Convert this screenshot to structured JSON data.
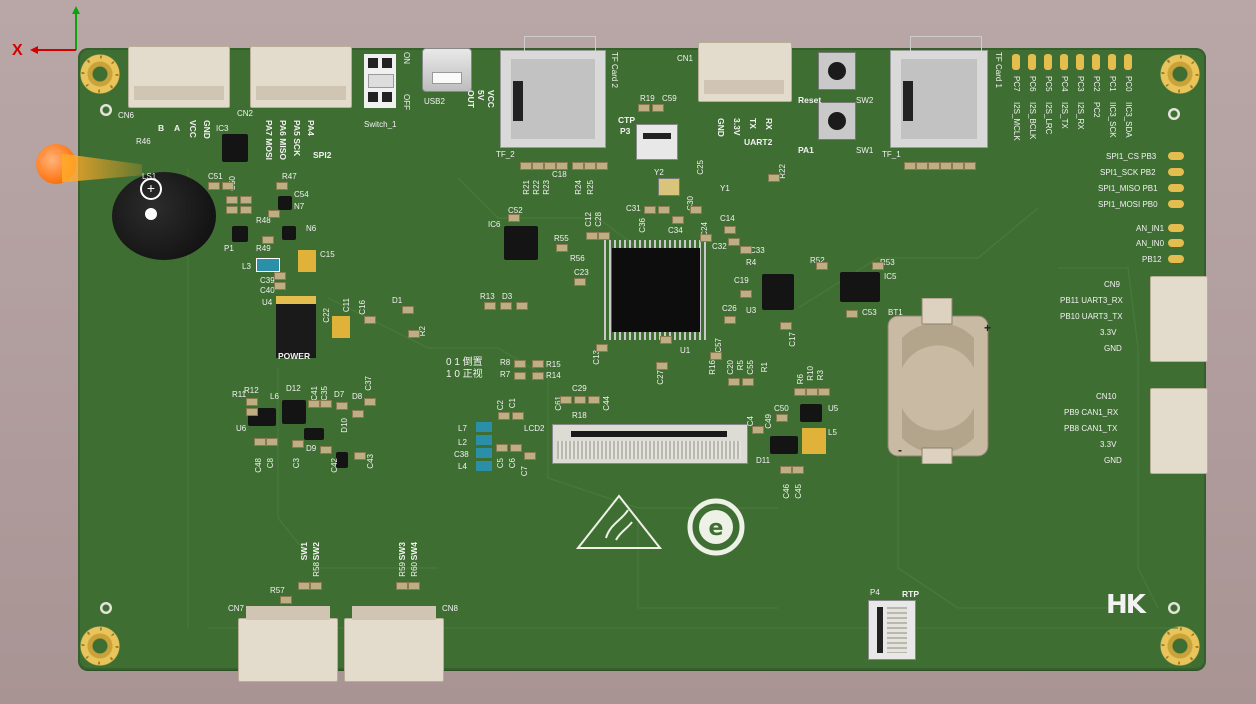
{
  "axes": {
    "x_label": "X"
  },
  "board": {
    "top_left": {
      "cn6": "CN6",
      "cn2": "CN2",
      "ic3": "IC3",
      "r46": "R46",
      "b_lbl": "B",
      "a_lbl": "A",
      "pins_cn6": [
        "VCC",
        "GND"
      ],
      "spi2": "SPI2",
      "spi2_pins": [
        "PA7 MOSI",
        "PA6 MISO",
        "PA5 SCK",
        "PA4"
      ],
      "switch1": "Switch_1",
      "usb2": "USB2",
      "usb_pins": [
        "VCC",
        "5V",
        "OUT",
        "ON"
      ],
      "off_lbl": "OFF",
      "on_lbl": "ON"
    },
    "tf": {
      "tf_card2": "TF Card 2",
      "tf2": "TF_2",
      "tf_card1": "TF Card 1",
      "tf1": "TF_1",
      "r19": "R19",
      "c59": "C59",
      "ctp": "CTP",
      "p3": "P3"
    },
    "cn1_group": {
      "cn1": "CN1",
      "pins": [
        "GND",
        "3.3V",
        "TX",
        "RX"
      ],
      "uart2": "UART2",
      "reset": "Reset",
      "sw2": "SW2",
      "pa1": "PA1",
      "sw1": "SW1"
    },
    "top_right_pins": [
      {
        "top": "PC7",
        "bottom": "I2S_MCLK"
      },
      {
        "top": "PC6",
        "bottom": "I2S_BCLK"
      },
      {
        "top": "PC5",
        "bottom": "I2S_LRC"
      },
      {
        "top": "PC4",
        "bottom": "I2S_TX"
      },
      {
        "top": "PC3",
        "bottom": "I2S_RX"
      },
      {
        "top": "PC2",
        "bottom": "PC2"
      },
      {
        "top": "PC1",
        "bottom": "IIC3_SCK"
      },
      {
        "top": "PC0",
        "bottom": "IIC3_SDA"
      }
    ],
    "spi1_pins": [
      "SPI1_CS PB3",
      "SPI1_SCK PB2",
      "SPI1_MISO PB1",
      "SPI1_MOSI PB0"
    ],
    "an_pins": [
      "AN_IN1",
      "AN_IN0",
      "PB12"
    ],
    "cn9": {
      "label": "CN9",
      "rows": [
        "PB11 UART3_RX",
        "PB10 UART3_TX",
        "3.3V",
        "GND"
      ]
    },
    "cn10": {
      "label": "CN10",
      "rows": [
        "PB9  CAN1_RX",
        "PB8  CAN1_TX",
        "3.3V",
        "GND"
      ]
    },
    "left_mid": {
      "ls1": "LS1",
      "c51": "C51",
      "c50": "C50",
      "c54": "C54",
      "n7": "N7",
      "r48": "R48",
      "n6": "N6",
      "p1": "P1",
      "r49": "R49",
      "c15": "C15",
      "l3": "L3",
      "c39": "C39",
      "c40": "C40",
      "u4": "U4",
      "power": "POWER",
      "c22": "C22",
      "c11": "C11",
      "c16": "C16",
      "d1": "D1",
      "r2": "R2",
      "r47": "R47"
    },
    "center": {
      "ic6": "IC6",
      "c52": "C52",
      "r55": "R55",
      "r56": "R56",
      "c12": "C12",
      "c28": "C28",
      "c23": "C23",
      "r13": "R13",
      "d3": "D3",
      "u1": "U1",
      "y1": "Y1",
      "y2": "Y2",
      "c31": "C31",
      "c36": "C36",
      "c34": "C34",
      "c30": "C30",
      "c14": "C14",
      "c24": "C24",
      "c25": "C25",
      "r22": "R22",
      "r21": "R21",
      "r22b": "R22",
      "r23": "R23",
      "c18": "C18",
      "r24": "R24",
      "r25": "R25",
      "c13": "C13",
      "c27": "C27",
      "c26": "C26",
      "c19": "C19",
      "u3": "U3",
      "c17": "C17",
      "c33": "C33",
      "c32": "C32",
      "r4": "R4",
      "c20": "C20",
      "r5": "R5",
      "c55": "C55",
      "r1": "R1",
      "r16": "R16",
      "c57": "C57"
    },
    "orient": {
      "line1": "0 1 倒置",
      "line2": "1 0 正视",
      "r8": "R8",
      "r7": "R7",
      "r15": "R15",
      "r14": "R14"
    },
    "lcd": {
      "lcd2": "LCD2",
      "c61": "C61",
      "c29": "C29",
      "r18": "R18",
      "c44": "C44",
      "c2": "C2",
      "c1": "C1",
      "l7": "L7",
      "l2": "L2",
      "c38": "C38",
      "l4": "L4",
      "c5": "C5",
      "c6": "C6",
      "c7": "C7"
    },
    "lower_left": {
      "r11": "R11",
      "r12": "R12",
      "l6": "L6",
      "d12": "D12",
      "c41": "C41",
      "c35": "C35",
      "d7": "D7",
      "c37": "C37",
      "d8": "D8",
      "u6": "U6",
      "d9": "D9",
      "d10": "D10",
      "c48": "C48",
      "c8": "C8",
      "c3": "C3",
      "c42": "C42",
      "c43": "C43"
    },
    "right_mid": {
      "r52": "R52",
      "r53": "R53",
      "ic5": "IC5",
      "c53": "C53",
      "bt1": "BT1",
      "r6": "R6",
      "r10": "R10",
      "r3": "R3",
      "c50": "C50",
      "c4": "C4",
      "c49": "C49",
      "u5": "U5",
      "l5": "L5",
      "d11": "D11",
      "c46": "C46",
      "c45": "C45",
      "plus": "+",
      "minus": "-"
    },
    "bottom": {
      "cn7": "CN7",
      "cn8": "CN8",
      "r57": "R57",
      "r58": "R58",
      "sw1": "SW1",
      "sw2": "SW2",
      "r59": "R59",
      "r60": "R60",
      "sw3": "SW3",
      "sw4": "SW4",
      "p4": "P4",
      "rtp": "RTP",
      "logo": "HK"
    }
  },
  "colors": {
    "pcb": "#3f6e33",
    "silk": "#f2f2f2",
    "gold": "#e3bd4e",
    "axis_x": "#d40000",
    "axis_y": "#00a000",
    "buzzer_light": "#ff7a1a"
  }
}
